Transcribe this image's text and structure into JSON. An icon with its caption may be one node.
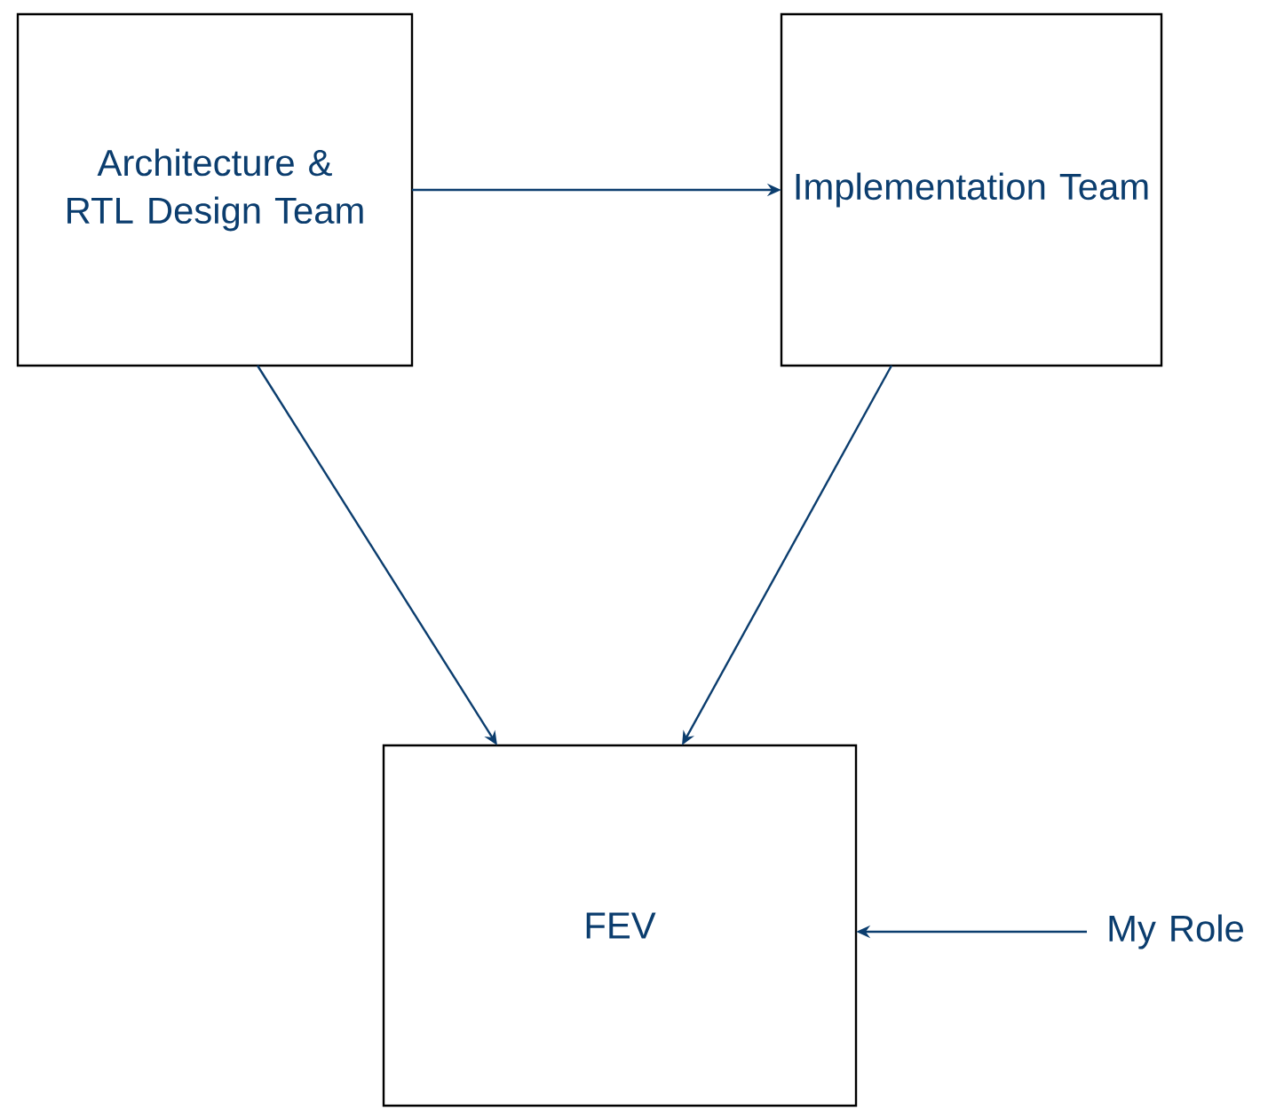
{
  "diagram": {
    "nodes": [
      {
        "text": [
          "Architecture & RTL Design Team"
        ]
      },
      {
        "text": [
          "Implementation Team"
        ]
      },
      {
        "text": [
          "FEV"
        ]
      },
      {
        "text": [
          "My Role"
        ]
      }
    ],
    "edges": [
      {
        "from": 0,
        "to": 1,
        "arrow": "to"
      },
      {
        "from": 0,
        "to": 2,
        "arrow": "to"
      },
      {
        "from": 1,
        "to": 2,
        "arrow": "to"
      },
      {
        "from": 3,
        "to": 2,
        "arrow": "to"
      }
    ]
  }
}
